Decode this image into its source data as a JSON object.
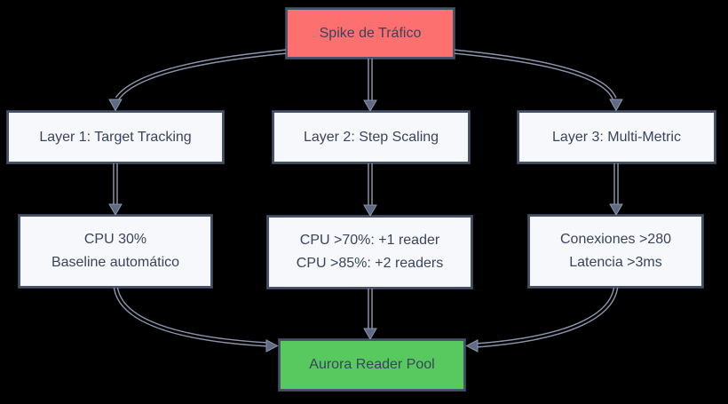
{
  "diagram": {
    "nodes": {
      "spike": {
        "label": "Spike de Tráfico"
      },
      "layer1": {
        "label": "Layer 1: Target Tracking"
      },
      "layer2": {
        "label": "Layer 2: Step Scaling"
      },
      "layer3": {
        "label": "Layer 3: Multi-Metric"
      },
      "detail1": {
        "line1": "CPU 30%",
        "line2": "Baseline automático"
      },
      "detail2": {
        "line1": "CPU >70%: +1 reader",
        "line2": "CPU >85%: +2 readers"
      },
      "detail3": {
        "line1": "Conexiones >280",
        "line2": "Latencia >3ms"
      },
      "pool": {
        "label": "Aurora Reader Pool"
      }
    },
    "edges": [
      {
        "from": "spike",
        "to": "layer1"
      },
      {
        "from": "spike",
        "to": "layer2"
      },
      {
        "from": "spike",
        "to": "layer3"
      },
      {
        "from": "layer1",
        "to": "detail1"
      },
      {
        "from": "layer2",
        "to": "detail2"
      },
      {
        "from": "layer3",
        "to": "detail3"
      },
      {
        "from": "detail1",
        "to": "pool"
      },
      {
        "from": "detail2",
        "to": "pool"
      },
      {
        "from": "detail3",
        "to": "pool"
      }
    ],
    "colors": {
      "background": "#000000",
      "spike_fill": "#fd7070",
      "pool_fill": "#57c95e",
      "node_fill": "#f7f8fb",
      "node_border": "#46536e",
      "text": "#39445c",
      "arrow_line": "#8b95ac",
      "arrow_head": "#5f6b85"
    }
  }
}
